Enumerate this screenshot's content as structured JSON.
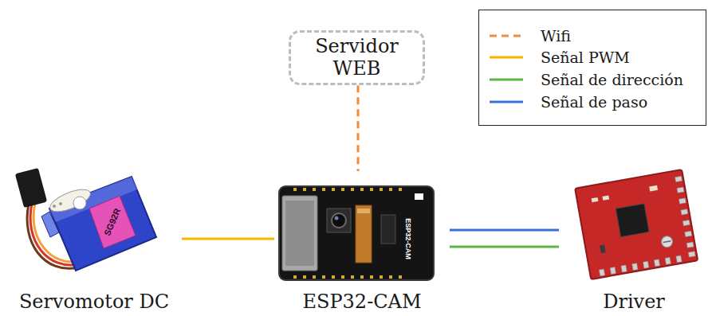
{
  "diagram": {
    "nodes": [
      {
        "text": [
          "Servidor WEB"
        ]
      },
      {
        "text": [
          "Servomotor DC"
        ]
      },
      {
        "text": [
          "ESP32-CAM"
        ]
      },
      {
        "text": [
          "Driver"
        ]
      }
    ],
    "edges": [
      {
        "from": 0,
        "to": 2,
        "arrow": "none"
      },
      {
        "from": 1,
        "to": 2,
        "arrow": "none"
      },
      {
        "from": 2,
        "to": 3,
        "arrow": "none"
      },
      {
        "from": 2,
        "to": 3,
        "arrow": "none"
      }
    ],
    "labels": [
      "SG92R",
      "ESP32-CAM"
    ],
    "legend": [
      {
        "text": "Wifi"
      },
      {
        "text": "Señal PWM"
      },
      {
        "text": "Señal de dirección"
      },
      {
        "text": "Señal de paso"
      }
    ]
  }
}
